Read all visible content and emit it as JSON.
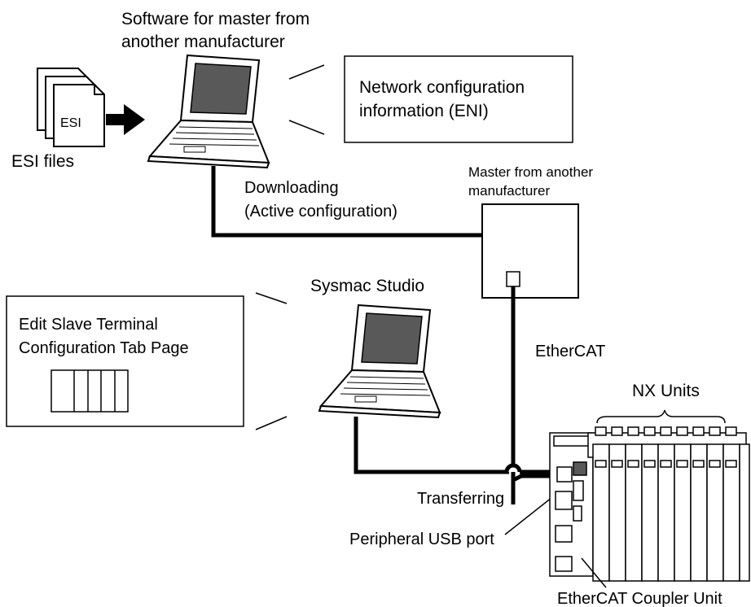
{
  "labels": {
    "sw_master_line1": "Software for master from",
    "sw_master_line2": "another manufacturer",
    "esi_doc": "ESI",
    "esi_files": "ESI files",
    "eni_line1": "Network configuration",
    "eni_line2": "information (ENI)",
    "master_line1": "Master from another",
    "master_line2": "manufacturer",
    "downloading_line1": "Downloading",
    "downloading_line2": "(Active configuration)",
    "sysmac_studio": "Sysmac Studio",
    "edit_line1": "Edit Slave Terminal",
    "edit_line2": "Configuration Tab Page",
    "ethercat": "EtherCAT",
    "nx_units": "NX Units",
    "transferring": "Transferring",
    "usb_port": "Peripheral USB port",
    "coupler_unit": "EtherCAT Coupler Unit"
  },
  "icons": {
    "laptop_top": "laptop-icon",
    "laptop_bottom": "laptop-icon",
    "esi_stack": "document-stack-icon",
    "hardware": "ethercat-coupler-and-nx-units-illustration"
  },
  "colors": {
    "line": "#000000",
    "screen_fill": "#595959",
    "background": "#ffffff"
  }
}
